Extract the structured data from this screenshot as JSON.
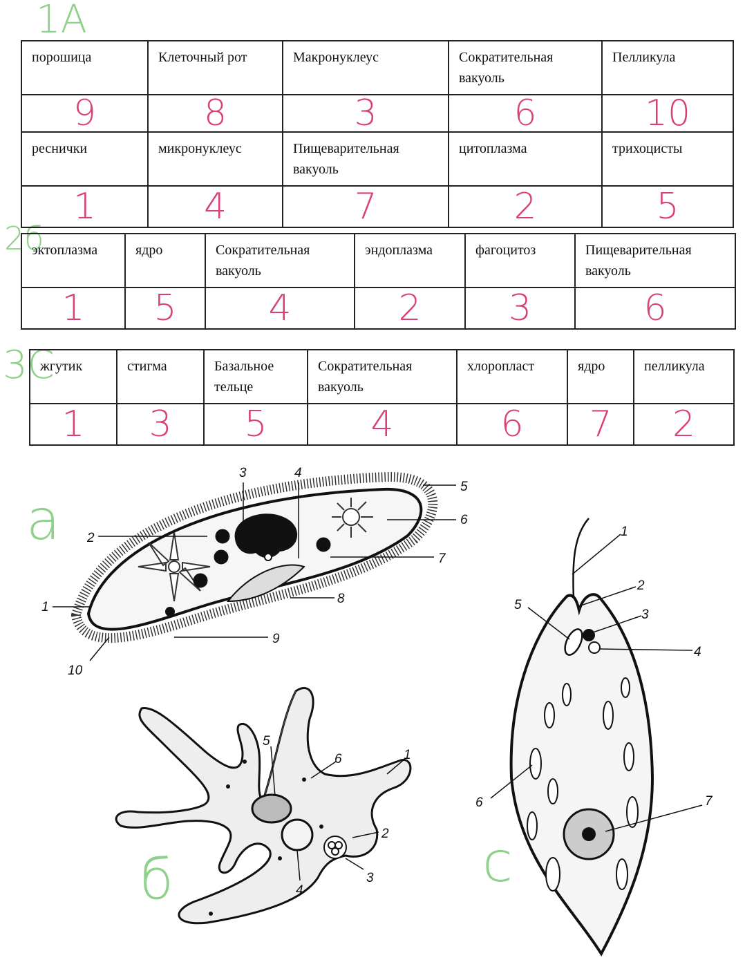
{
  "section_labels": {
    "s1": "1A",
    "s2": "2б",
    "s3": "3C"
  },
  "table1": {
    "row1_terms": [
      "порошица",
      "Клеточный рот",
      "Макронуклеус",
      "Сократительная вакуоль",
      "Пелликула"
    ],
    "row1_answers": [
      "9",
      "8",
      "3",
      "6",
      "10"
    ],
    "row2_terms": [
      "реснички",
      "микронуклеус",
      "Пищеварительная вакуоль",
      "цитоплазма",
      "трихоцисты"
    ],
    "row2_answers": [
      "1",
      "4",
      "7",
      "2",
      "5"
    ]
  },
  "table2": {
    "terms": [
      "эктоплазма",
      "ядро",
      "Сократительная вакуоль",
      "эндоплазма",
      "фагоцитоз",
      "Пищеварительная вакуоль"
    ],
    "answers": [
      "1",
      "5",
      "4",
      "2",
      "3",
      "6"
    ]
  },
  "table3": {
    "terms": [
      "жгутик",
      "стигма",
      "Базальное тельце",
      "Сократительная вакуоль",
      "хлоропласт",
      "ядро",
      "пелликула"
    ],
    "answers": [
      "1",
      "3",
      "5",
      "4",
      "6",
      "7",
      "2"
    ]
  },
  "diagram_a": {
    "letter": "a",
    "labels": [
      "1",
      "2",
      "3",
      "4",
      "5",
      "6",
      "7",
      "8",
      "9",
      "10"
    ]
  },
  "diagram_b": {
    "letter": "б",
    "labels": [
      "1",
      "2",
      "3",
      "4",
      "5",
      "6"
    ]
  },
  "diagram_c": {
    "letter": "c",
    "labels": [
      "1",
      "2",
      "3",
      "4",
      "5",
      "6",
      "7"
    ]
  }
}
